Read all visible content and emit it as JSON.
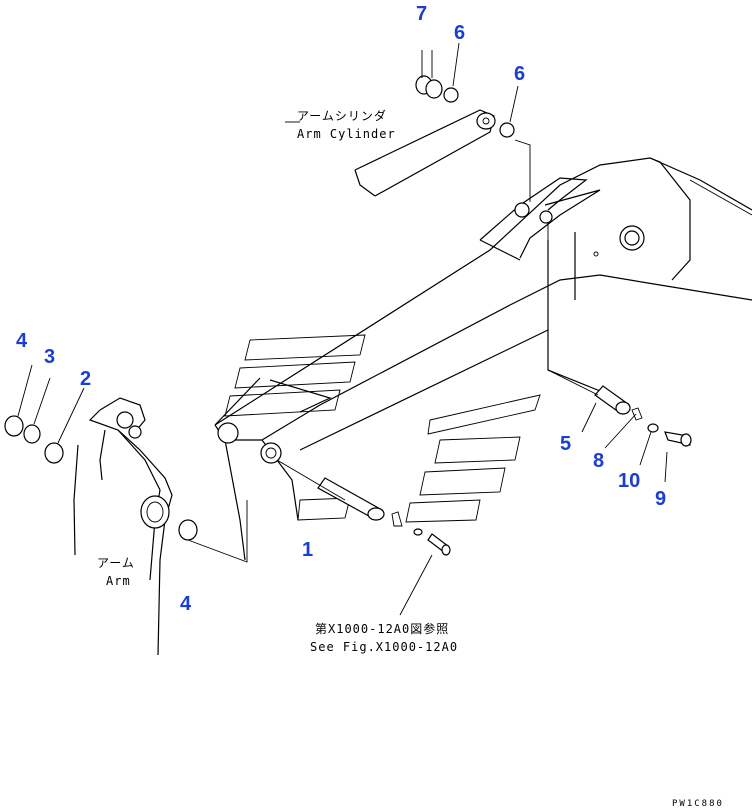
{
  "labels": {
    "arm_cylinder_jp": "アームシリンダ",
    "arm_cylinder_en": "Arm Cylinder",
    "arm_jp": "アーム",
    "arm_en": "Arm",
    "see_fig_jp": "第X1000-12A0図参照",
    "see_fig_en": "See Fig.X1000-12A0",
    "figure_code": "PW1C880"
  },
  "callouts": [
    {
      "id": "c7",
      "text": "7"
    },
    {
      "id": "c6a",
      "text": "6"
    },
    {
      "id": "c6b",
      "text": "6"
    },
    {
      "id": "c4a",
      "text": "4"
    },
    {
      "id": "c3",
      "text": "3"
    },
    {
      "id": "c2",
      "text": "2"
    },
    {
      "id": "c4b",
      "text": "4"
    },
    {
      "id": "c1",
      "text": "1"
    },
    {
      "id": "c5",
      "text": "5"
    },
    {
      "id": "c8",
      "text": "8"
    },
    {
      "id": "c10",
      "text": "10"
    },
    {
      "id": "c9",
      "text": "9"
    }
  ],
  "colors": {
    "callout": "#1a3fd0",
    "line": "#000000",
    "background": "#ffffff"
  }
}
